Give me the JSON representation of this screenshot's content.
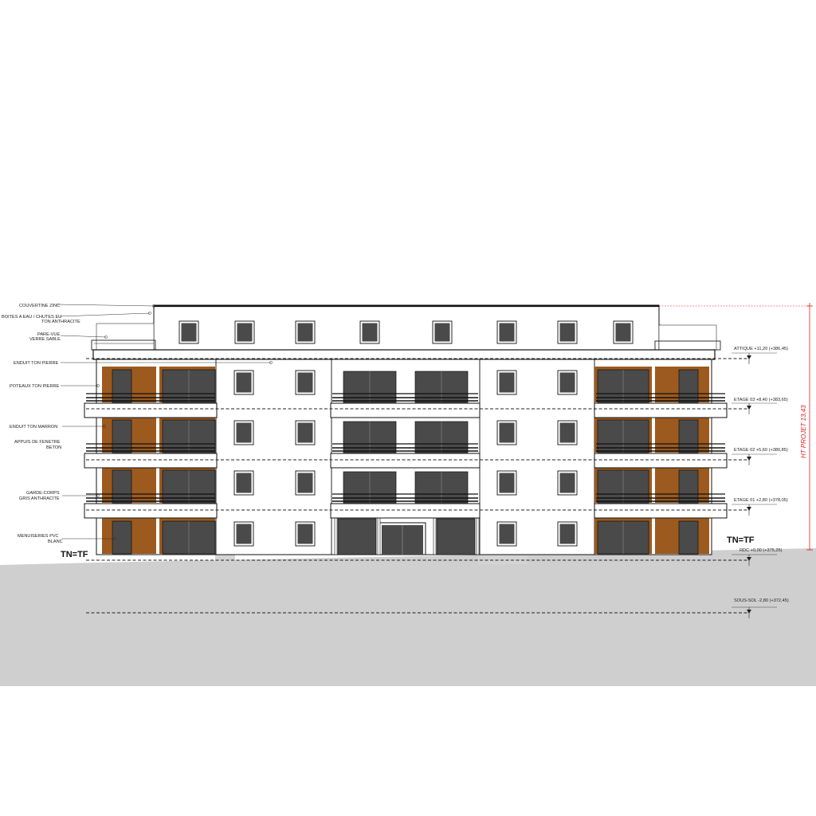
{
  "drawing": {
    "annotations": [
      {
        "text": "COUVERTINE ZINC"
      },
      {
        "text": "BOITES A EAU / CHUTES EU",
        "text2": "TON ANTHRACITE"
      },
      {
        "text": "PARE-VUE",
        "text2": "VERRE SABLE"
      },
      {
        "text": "ENDUIT TON PIERRE"
      },
      {
        "text": "POTEAUX TON PIERRE"
      },
      {
        "text": "ENDUIT TON MARRON"
      },
      {
        "text": "APPUIS DE FENETRE",
        "text2": "BETON"
      },
      {
        "text": "GARDE-CORPS",
        "text2": "GRIS ANTHRACITE"
      },
      {
        "text": "MENUISERIES PVC",
        "text2": "BLANC"
      }
    ],
    "levels": [
      {
        "name": "ATTIQUE +11,20",
        "value": "(+386,45)"
      },
      {
        "name": "ETAGE 03 +8,40",
        "value": "(+383,65)"
      },
      {
        "name": "ETAGE 02 +5,60",
        "value": "(+380,85)"
      },
      {
        "name": "ETAGE 01 +2,80",
        "value": "(+378,05)"
      },
      {
        "name": "RDC +0,00",
        "value": "(+375,25)"
      },
      {
        "name": "SOUS-SOL -2,80",
        "value": "(+372,45)"
      }
    ],
    "tn_left": "TN=TF",
    "tn_right": "TN=TF",
    "height_label": "HT PROJET 13,43",
    "colors": {
      "wall": "#ffffff",
      "wood": "#9c5a1e",
      "window": "#4a4a4a",
      "ground": "#cfcfcf",
      "shadow": "#d9d9d9",
      "red_dim": "#dd2222"
    }
  }
}
